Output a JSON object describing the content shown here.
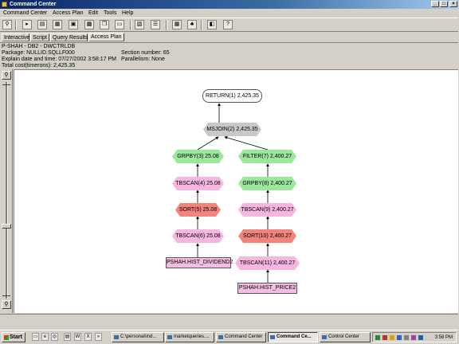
{
  "window": {
    "title": "Command Center"
  },
  "menu": [
    "Command Center",
    "Access Plan",
    "Edit",
    "Tools",
    "Help"
  ],
  "tabs": [
    {
      "label": "Interactive",
      "active": false
    },
    {
      "label": "Script",
      "active": false
    },
    {
      "label": "Query Results",
      "active": false
    },
    {
      "label": "Access Plan",
      "active": true
    }
  ],
  "info": {
    "line1": "P-SHAH - DB2 - DWCTRLDB",
    "package": "Package: NULLID.SQLLF000",
    "explain": "Explain date and time: 07/27/2002 3:58:17 PM",
    "cost": "Total cost(timerons): 2,425.35",
    "section": "Section number: 65",
    "parallelism": "Parallelism: None"
  },
  "zoom": {
    "in_label": "+",
    "out_label": "-",
    "level": 0.65
  },
  "graph": {
    "colors": {
      "return": "#ffffff",
      "join": "#c8c8c8",
      "grpby": "#9be79b",
      "tbscan": "#f6b6e0",
      "sort": "#f2847c",
      "table": "#f4bde2",
      "filter": "#9be79b"
    },
    "nodes": {
      "return": "RETURN(1) 2,425.35",
      "msjoin": "MSJOIN(2) 2,425.35",
      "grpby3": "GRPBY(3) 25.08",
      "tbscan4": "TBSCAN(4) 25.08",
      "sort5": "SORT(5) 25.08",
      "tbscan6": "TBSCAN(6) 25.08",
      "table_left": "PSHAH.HIST_DIVIDEND2",
      "filter7": "FILTER(7) 2,400.27",
      "grpby8": "GRPBY(8) 2,400.27",
      "tbscan9": "TBSCAN(9) 2,400.27",
      "sort10": "SORT(10) 2,400.27",
      "tbscan11": "TBSCAN(11) 2,400.27",
      "table_right": "PSHAH.HIST_PRICE2"
    }
  },
  "taskbar": {
    "start": "Start",
    "tasks": [
      {
        "label": "C:\\personal\\ind...",
        "active": false
      },
      {
        "label": "marketqueries....",
        "active": false
      },
      {
        "label": "Command Center",
        "active": false
      },
      {
        "label": "Command Ce...",
        "active": true
      },
      {
        "label": "Control Center",
        "active": false
      }
    ],
    "clock": "3:58 PM"
  }
}
